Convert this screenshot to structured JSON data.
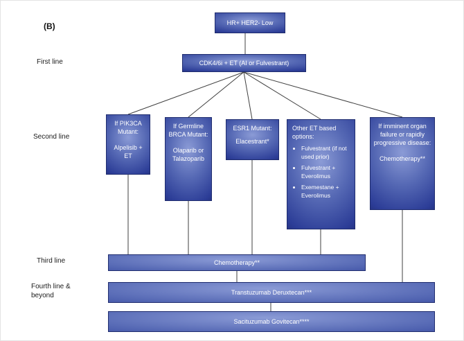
{
  "figure_label": "(B)",
  "row_labels": [
    "First line",
    "Second line",
    "Third line",
    "Fourth line & beyond"
  ],
  "root": {
    "label": "HR+ HER2- Low"
  },
  "first_line": {
    "label": "CDK4/6i + ET (AI or Fulvestrant)"
  },
  "second_line": [
    {
      "title": "If PIK3CA Mutant:",
      "body": "Alpelisib + ET"
    },
    {
      "title": "If Germline BRCA Mutant:",
      "body": "Olaparib or Talazoparib"
    },
    {
      "title": "ESR1 Mutant:",
      "body": "Elacestrant*"
    },
    {
      "title": "Other ET based options:",
      "bullets": [
        "Fulvestrant (if not used prior)",
        "Fulvestrant + Everolimus",
        "Exemestane + Everolimus"
      ]
    },
    {
      "title": "If imminent organ failure or rapidly progressive disease:",
      "body": "Chemotherapy**"
    }
  ],
  "third_line": {
    "label": "Chemotherapy**"
  },
  "fourth_line": [
    {
      "label": "Transtuzumab Deruxtecan***"
    },
    {
      "label": "Sacituzumab Govitecan****"
    }
  ],
  "colors": {
    "node_dark": "#232f7a",
    "node_mid": "#5568b4",
    "node_light": "#8b9bd6",
    "connector": "#3f3f3f"
  }
}
